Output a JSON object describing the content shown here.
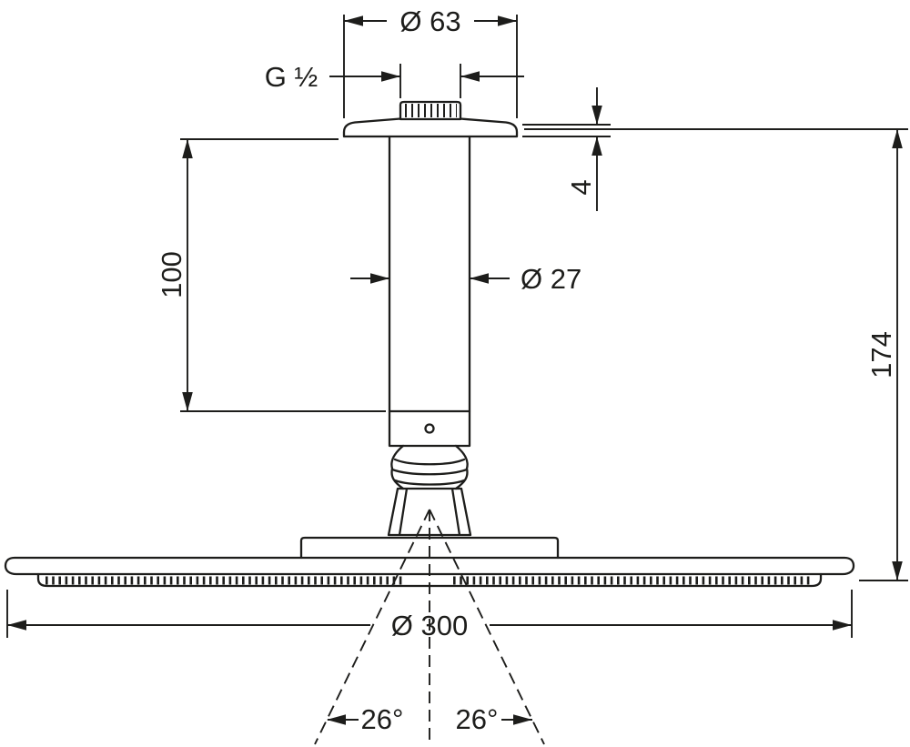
{
  "drawing": {
    "background_color": "#ffffff",
    "line_color": "#1d1d1b",
    "dimension_labels": {
      "top_diameter": "Ø 63",
      "thread_size": "G ½",
      "escutcheon_height": "4",
      "arm_length": "100",
      "pipe_diameter": "Ø 27",
      "overall_height": "174",
      "head_diameter": "Ø 300",
      "spray_angle_left": "26°",
      "spray_angle_right": "26°"
    }
  }
}
